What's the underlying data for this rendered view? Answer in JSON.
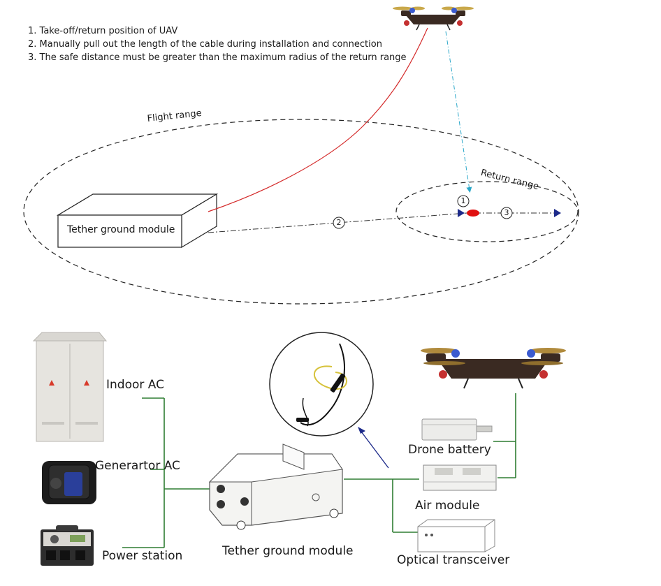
{
  "notes": [
    "1. Take-off/return position of UAV",
    "2. Manually pull out the length of the cable during installation and connection",
    "3. The safe distance must be greater than the maximum radius of the return range"
  ],
  "top": {
    "flight_range": "Flight range",
    "return_range": "Return range",
    "ground_module": "Tether ground module",
    "marker_1": "1",
    "marker_2": "2",
    "marker_3": "3"
  },
  "bottom": {
    "indoor_ac": "Indoor AC",
    "generator_ac": "Generartor AC",
    "power_station": "Power station",
    "ground_module": "Tether ground module",
    "drone_battery": "Drone battery",
    "air_module": "Air module",
    "optical_transceiver": "Optical transceiver"
  },
  "colors": {
    "cable": "#d42a2a",
    "link": "#2e7d32",
    "arrow": "#1d2a8a",
    "guide": "#2aa7c9",
    "drone": "#3a2a22"
  }
}
